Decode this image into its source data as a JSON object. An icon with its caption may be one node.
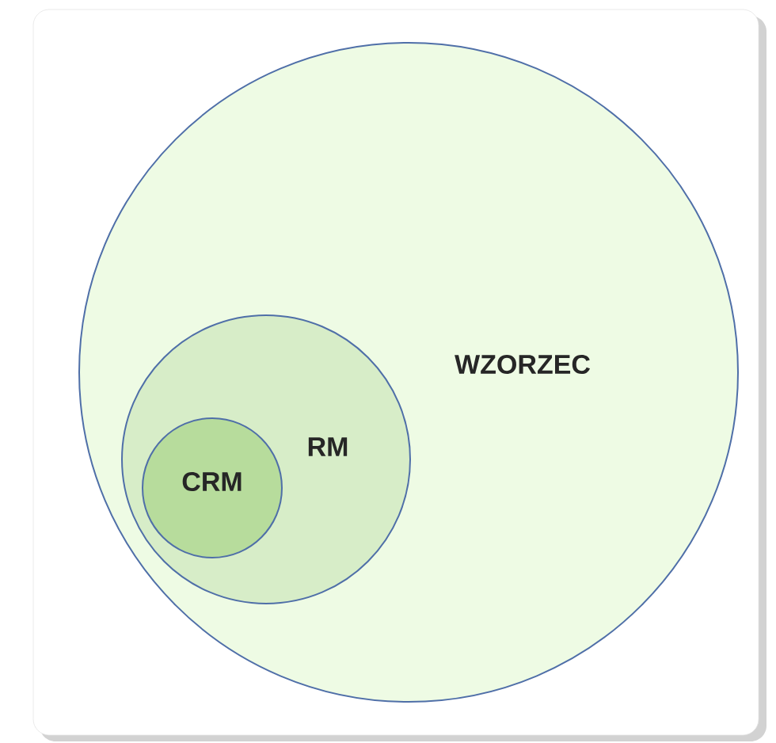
{
  "diagram": {
    "nodes": [
      {
        "text": [
          "WZORZEC"
        ]
      },
      {
        "text": [
          "RM"
        ],
        "in": 0
      },
      {
        "text": [
          "CRM"
        ],
        "in": 1
      }
    ]
  }
}
